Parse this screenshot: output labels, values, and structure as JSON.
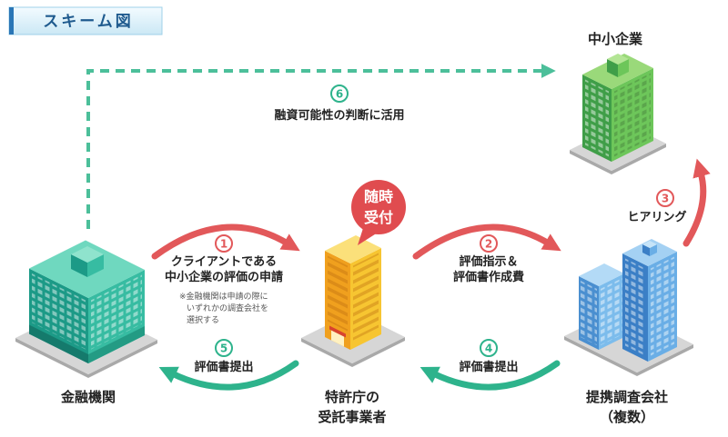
{
  "title": "スキーム図",
  "colors": {
    "arrow_red": "#e2585a",
    "arrow_green": "#2eb38c",
    "title": "#1e5a8e"
  },
  "nodes": {
    "sme": {
      "label": "中小企業"
    },
    "bank": {
      "label": "金融機関"
    },
    "contractor": {
      "label_lines": [
        "特許庁の",
        "受託事業者"
      ]
    },
    "research": {
      "label_lines": [
        "提携調査会社",
        "（複数）"
      ]
    }
  },
  "bubble": {
    "lines": [
      "随時",
      "受付"
    ]
  },
  "steps": [
    {
      "number": "1",
      "lines": [
        "クライアントである",
        "中小企業の評価の申請"
      ],
      "note": [
        "※金融機関は申請の際に",
        "いずれかの調査会社を",
        "選択する"
      ]
    },
    {
      "number": "2",
      "lines": [
        "評価指示＆",
        "評価書作成費"
      ]
    },
    {
      "number": "3",
      "lines": [
        "ヒアリング"
      ]
    },
    {
      "number": "4",
      "lines": [
        "評価書提出"
      ]
    },
    {
      "number": "5",
      "lines": [
        "評価書提出"
      ]
    },
    {
      "number": "6",
      "lines": [
        "融資可能性の判断に活用"
      ]
    }
  ]
}
